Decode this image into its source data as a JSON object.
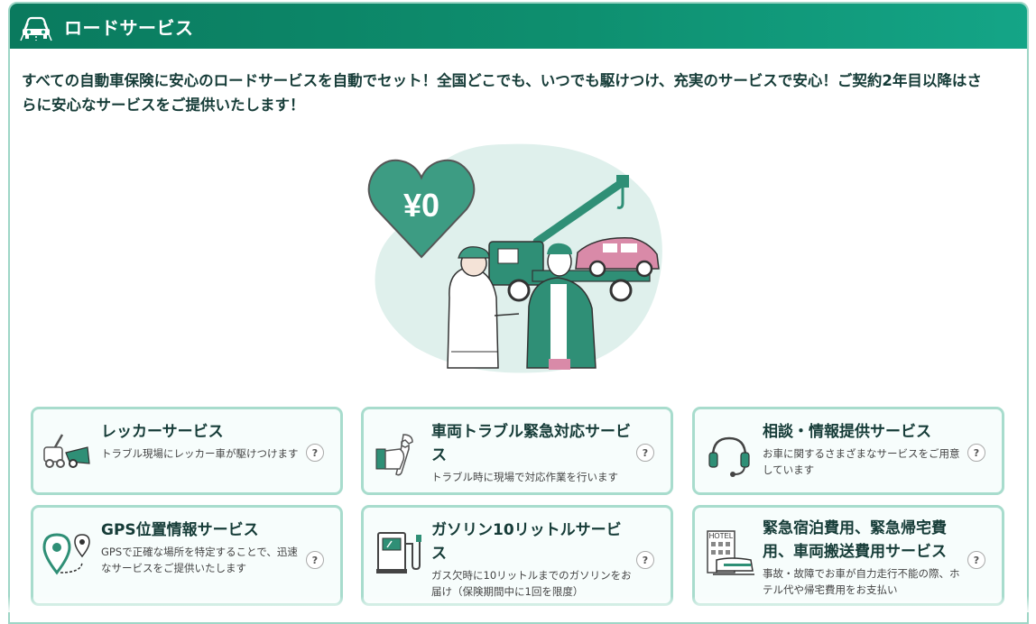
{
  "header": {
    "title": "ロードサービス",
    "icon": "road-car-icon",
    "color": "#0e8f6f"
  },
  "intro": "すべての自動車保険に安心のロードサービスを自動でセット！全国どこでも、いつでも駆けつけ、充実のサービスで安心！ご契約2年目以降はさらに安心なサービスをご提供いたします！",
  "hero": {
    "price": "¥0"
  },
  "cards": [
    {
      "title": "レッカーサービス",
      "desc": "トラブル現場にレッカー車が駆けつけます",
      "icon": "tow-truck-icon"
    },
    {
      "title": "車両トラブル緊急対応サービス",
      "desc": "トラブル時に現場で対応作業を行います",
      "icon": "wrench-hand-icon"
    },
    {
      "title": "相談・情報提供サービス",
      "desc": "お車に関するさまざまなサービスをご用意しています",
      "icon": "headset-icon"
    },
    {
      "title": "GPS位置情報サービス",
      "desc": "GPSで正確な場所を特定することで、迅速なサービスをご提供いたします",
      "icon": "map-pin-icon"
    },
    {
      "title": "ガソリン10リットルサービス",
      "desc": "ガス欠時に10リットルまでのガソリンをお届け（保険期間中に1回を限度）",
      "icon": "fuel-pump-icon"
    },
    {
      "title": "緊急宿泊費用、緊急帰宅費用、車両搬送費用サービス",
      "desc": "事故・故障でお車が自力走行不能の際、ホテル代や帰宅費用をお支払い",
      "icon": "hotel-train-icon"
    }
  ],
  "help_label": "?"
}
